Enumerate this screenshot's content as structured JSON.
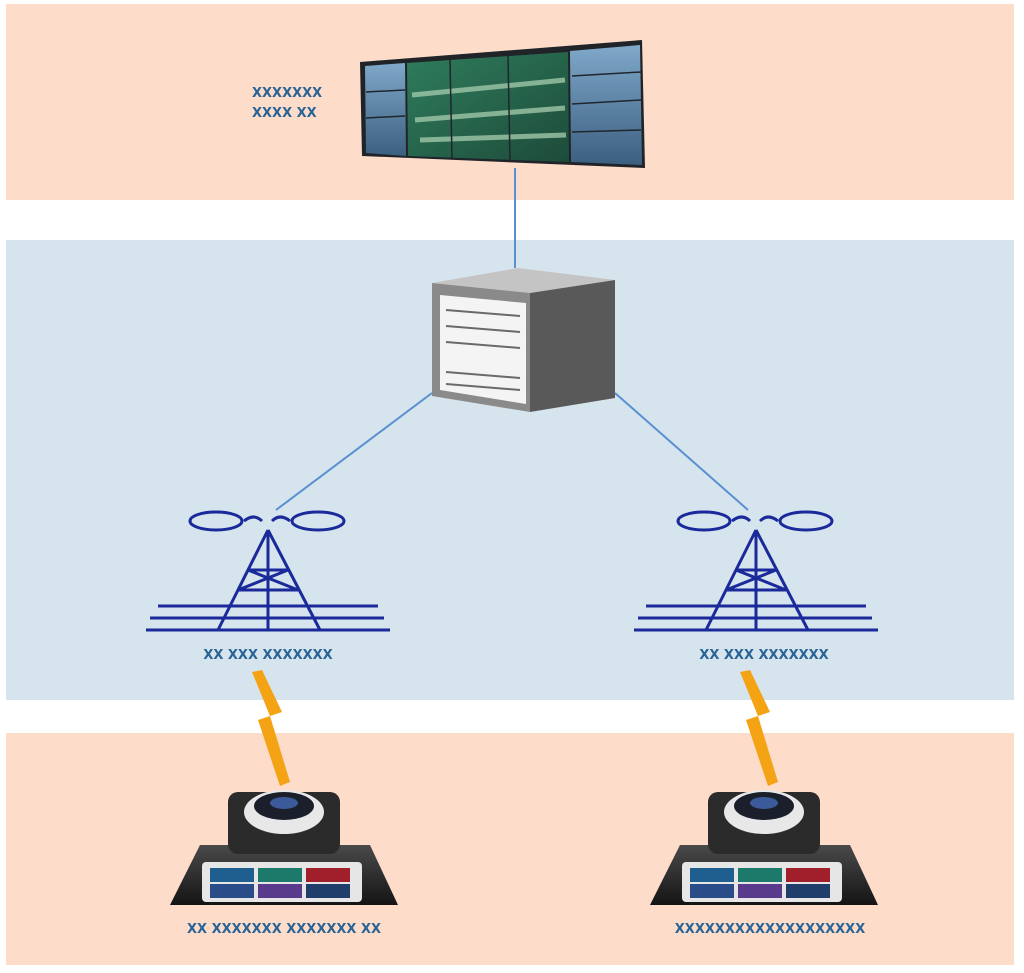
{
  "diagram": {
    "display": {
      "label_line1": "XXXXXXX",
      "label_line2": "XXXX XX"
    },
    "base_stations": [
      {
        "label": "XX XXX XXXXXXX"
      },
      {
        "label": "XX XXX XXXXXXX"
      }
    ],
    "cameras": [
      {
        "label": "XX XXXXXXX XXXXXXX XX"
      },
      {
        "label": "XXXXXXXXXXXXXXXXXXX"
      }
    ]
  },
  "colors": {
    "top_band": "#fddcc9",
    "middle_band": "#d6e4ee",
    "bottom_band": "#fddcc9",
    "link_line": "#5a8fd0",
    "wireless_link": "#f4a314",
    "tower": "#1a2a9a",
    "label_text": "#2a6496"
  }
}
